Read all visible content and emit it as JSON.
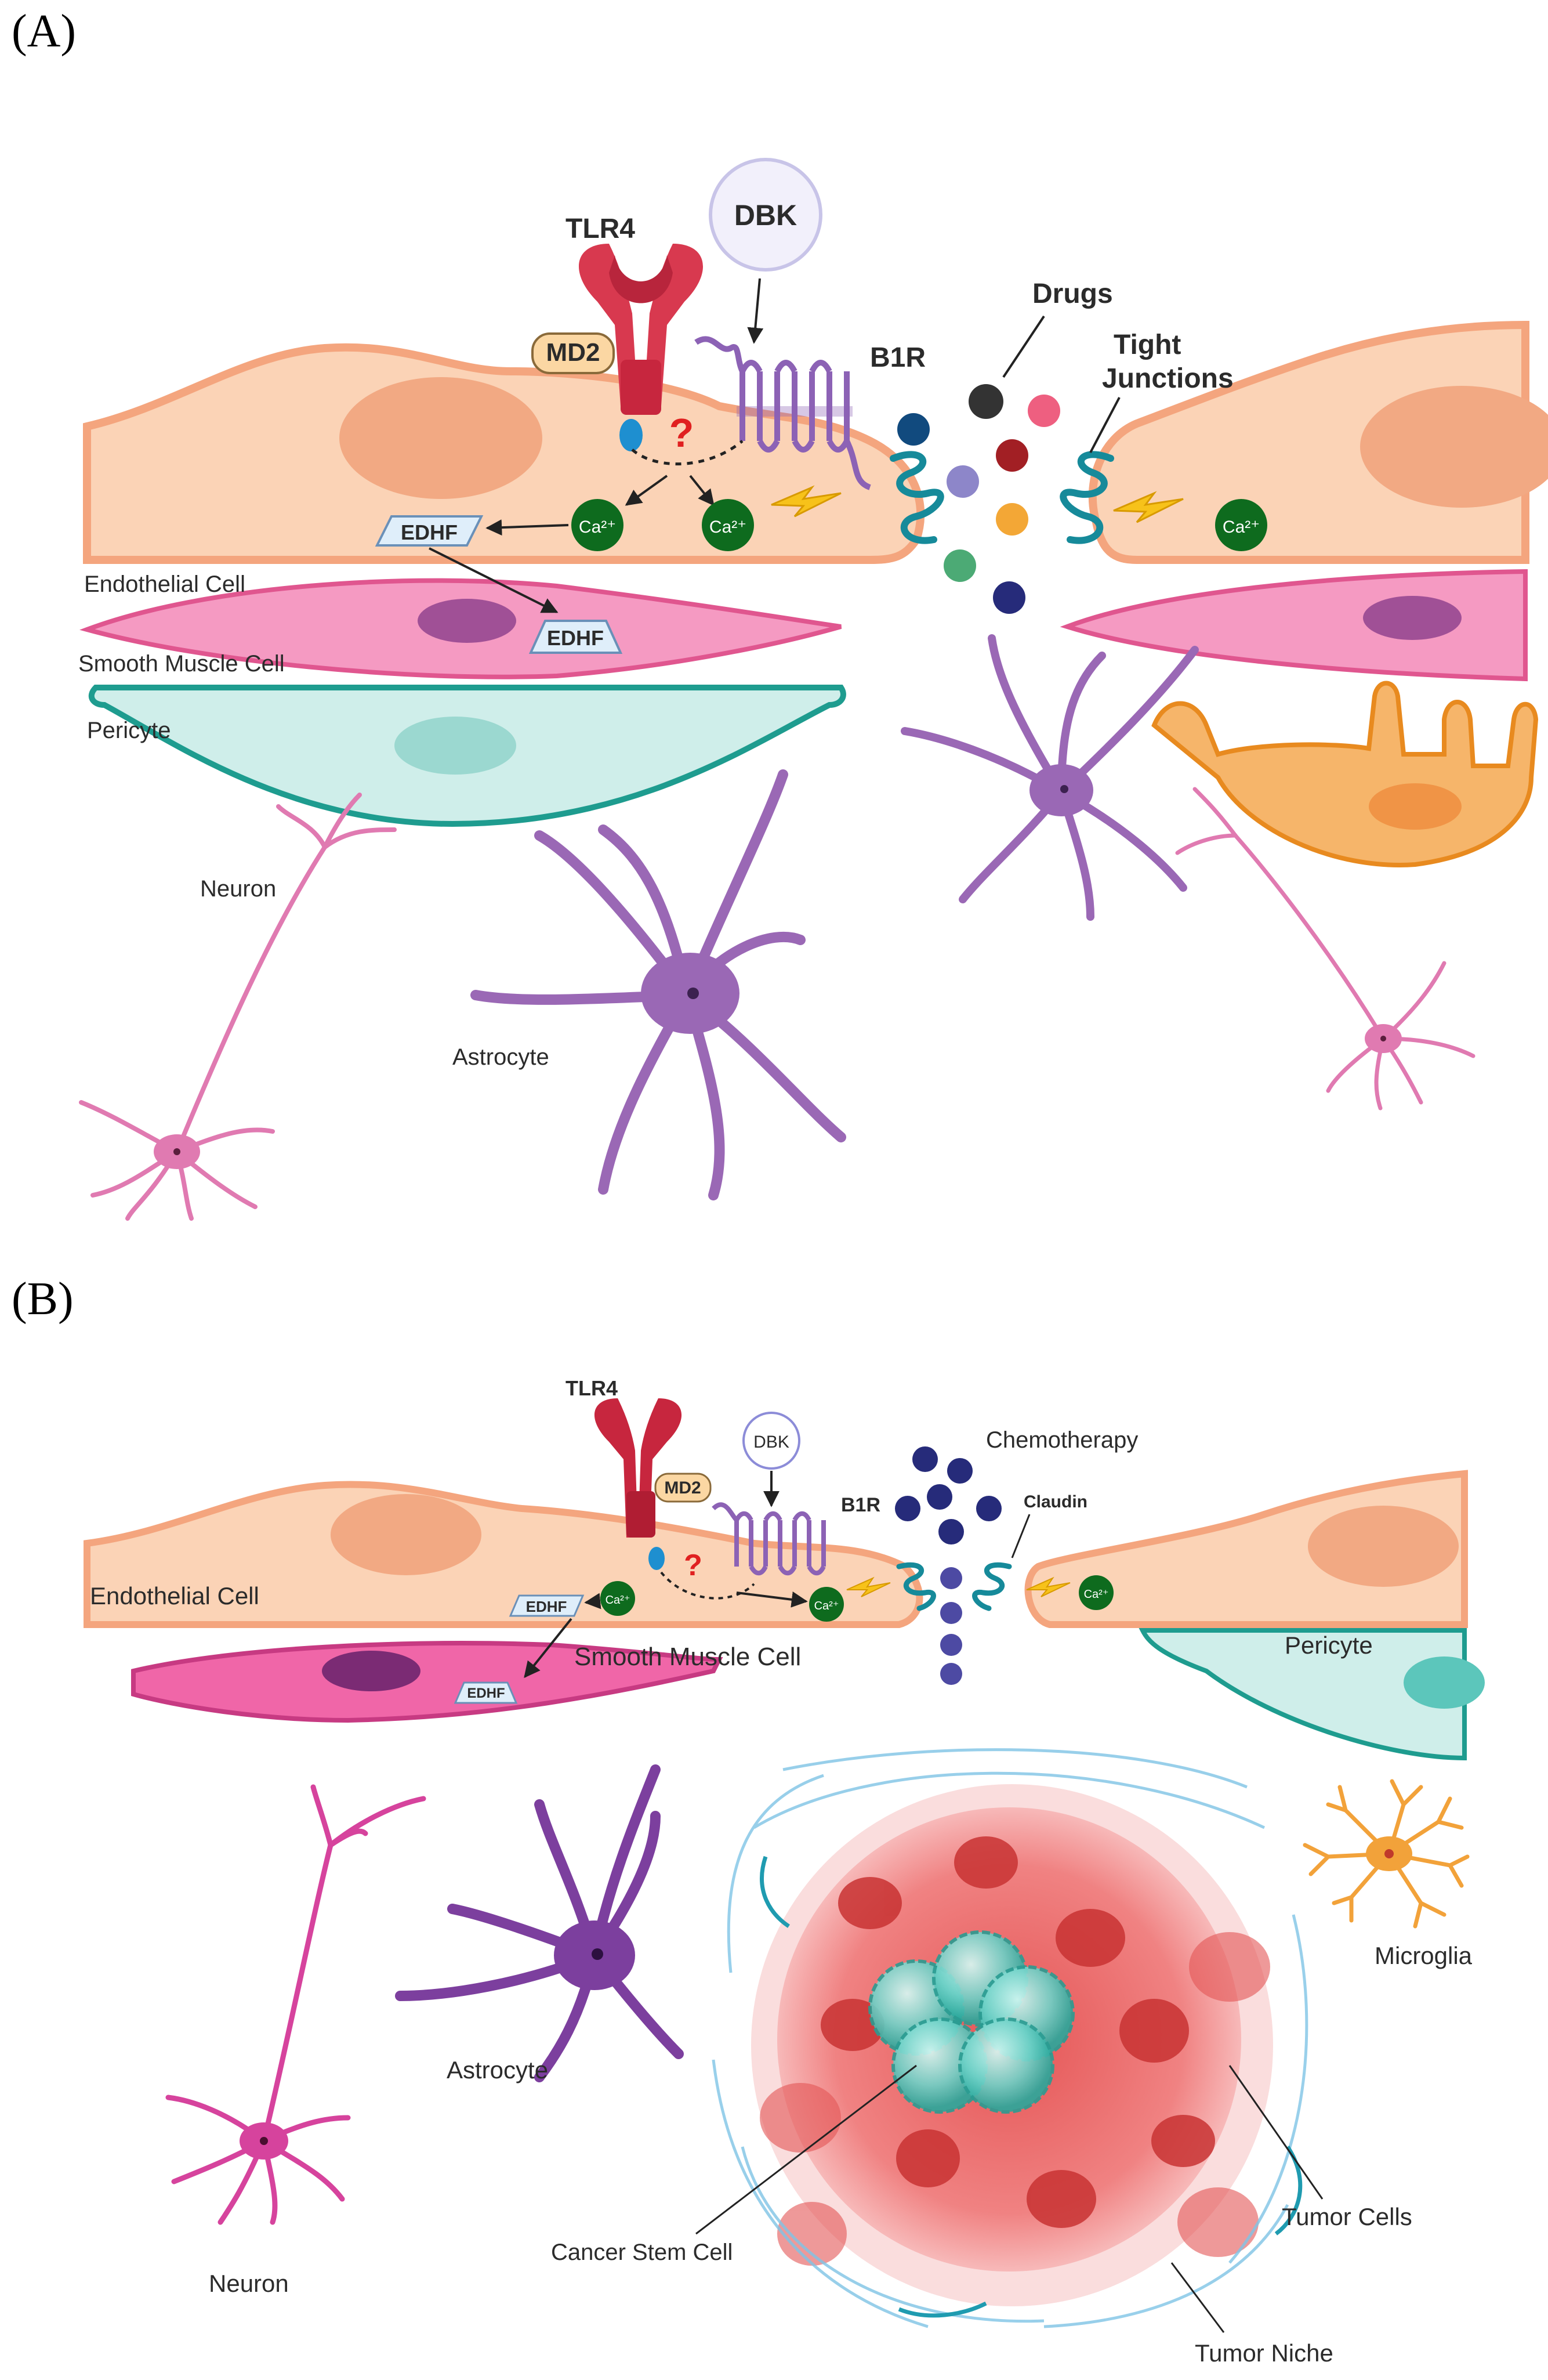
{
  "panelA": {
    "tag": "(A)",
    "labels": {
      "tlr4": "TLR4",
      "md2": "MD2",
      "dbk": "DBK",
      "b1r": "B1R",
      "question": "?",
      "drugs": "Drugs",
      "tight_junctions_1": "Tight",
      "tight_junctions_2": "Junctions",
      "edhf": "EDHF",
      "ca": "Ca²⁺",
      "endothelial": "Endothelial Cell",
      "smooth_muscle": "Smooth Muscle Cell",
      "pericyte": "Pericyte",
      "neuron": "Neuron",
      "astrocyte": "Astrocyte"
    }
  },
  "panelB": {
    "tag": "(B)",
    "labels": {
      "tlr4": "TLR4",
      "md2": "MD2",
      "dbk": "DBK",
      "b1r": "B1R",
      "question": "?",
      "chemotherapy": "Chemotherapy",
      "claudin": "Claudin",
      "edhf": "EDHF",
      "ca": "Ca²⁺",
      "endothelial": "Endothelial Cell",
      "smooth_muscle": "Smooth Muscle Cell",
      "pericyte": "Pericyte",
      "microglia": "Microglia",
      "neuron": "Neuron",
      "astrocyte": "Astrocyte",
      "cancer_stem_cell": "Cancer Stem Cell",
      "tumor_cells": "Tumor Cells",
      "tumor_niche": "Tumor Niche"
    }
  },
  "colors": {
    "endothelium": "#fbd3b6",
    "endothelium_edge": "#f4a57e",
    "nucleus": "#f2a983",
    "smooth_muscle": "#f59ac2",
    "pericyte": "#cfeeea",
    "pericyte_edge": "#1e9c8f",
    "neuron": "#e07ab1",
    "astrocyte": "#9a68b5",
    "tlr4": "#d8394f",
    "b1r": "#8c62b5",
    "ca": "#0e6b1e",
    "tumor": "#e85b5b",
    "stem_cell": "#5cc9c0",
    "microglia": "#f2a23a"
  }
}
